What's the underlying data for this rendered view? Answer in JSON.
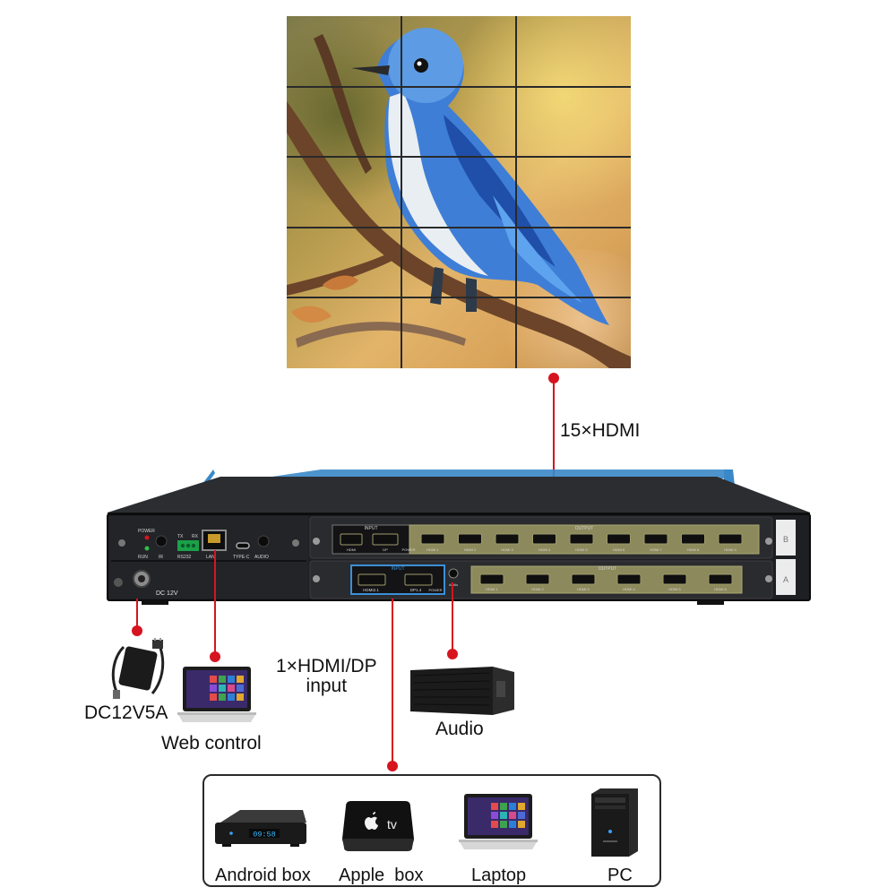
{
  "wall": {
    "rows": 5,
    "cols": 3
  },
  "labels": {
    "output": "15×HDMI",
    "input": "1×HDMI/DP\ninput",
    "power": "DC12V5A",
    "web": "Web control",
    "audio": "Audio"
  },
  "device": {
    "power": "POWER",
    "run": "RUN",
    "ir": "IR",
    "tx": "TX",
    "rx": "RX",
    "rs232": "RS232",
    "lan": "LAN",
    "typec": "TYPE-C",
    "audio_port": "AUDIO",
    "dc": "DC 12V",
    "card_b": {
      "input_title": "INPUT",
      "output_title": "OUTPUT",
      "inputs": [
        "HDMI",
        "DP"
      ],
      "power_label": "POWER",
      "outputs": [
        "HDMI 1",
        "HDMI 2",
        "HDMI 3",
        "HDMI 4",
        "HDMI 5",
        "HDMI 6",
        "HDMI 7",
        "HDMI 8",
        "HDMI 9"
      ],
      "slot": "B"
    },
    "card_a": {
      "input_title": "INPUT",
      "output_title": "OUTPUT",
      "inputs": [
        "HDMI2.1",
        "DP1.4"
      ],
      "power_label": "POWER",
      "audio_label": "Audio",
      "outputs": [
        "HDMI 1",
        "HDMI 2",
        "HDMI 3",
        "HDMI 4",
        "HDMI 5",
        "HDMI 6"
      ],
      "slot": "A"
    }
  },
  "sources": [
    {
      "name": "Android box",
      "icon": "android-box-icon",
      "clock": "09:58"
    },
    {
      "name": "Apple  box",
      "icon": "apple-tv-icon",
      "brand": "tv"
    },
    {
      "name": "Laptop",
      "icon": "laptop-icon"
    },
    {
      "name": "PC",
      "icon": "pc-tower-icon"
    }
  ],
  "colors": {
    "connector": "#d6141f",
    "card_bezel": "#8c8a5c",
    "highlight": "#3b8fd6",
    "rack_ear": "#3a88c8"
  }
}
